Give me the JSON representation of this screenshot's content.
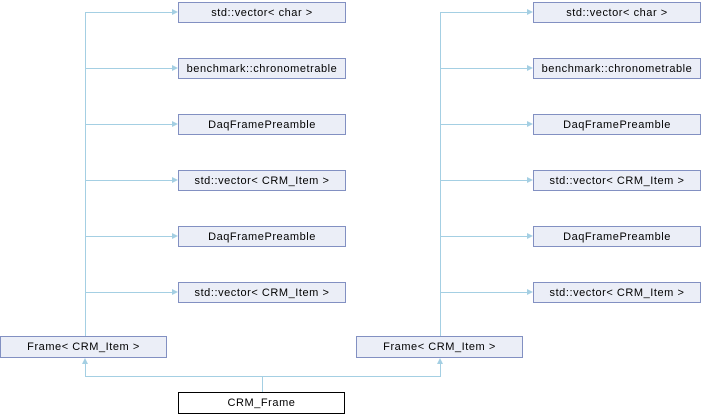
{
  "diagram": {
    "root_node": {
      "label": "CRM_Frame"
    },
    "parent_nodes": {
      "left": {
        "label": "Frame< CRM_Item >"
      },
      "right": {
        "label": "Frame< CRM_Item >"
      }
    },
    "left_base_nodes": [
      "std::vector< char >",
      "benchmark::chronometrable",
      "DaqFramePreamble",
      "std::vector< CRM_Item >",
      "DaqFramePreamble",
      "std::vector< CRM_Item >"
    ],
    "right_base_nodes": [
      "std::vector< char >",
      "benchmark::chronometrable",
      "DaqFramePreamble",
      "std::vector< CRM_Item >",
      "DaqFramePreamble",
      "std::vector< CRM_Item >"
    ],
    "colors": {
      "node_fill": "#ebeef7",
      "node_border": "#8290c2",
      "edge_color": "#a4cfe3",
      "root_fill": "#ffffff",
      "root_border": "#000000"
    }
  }
}
